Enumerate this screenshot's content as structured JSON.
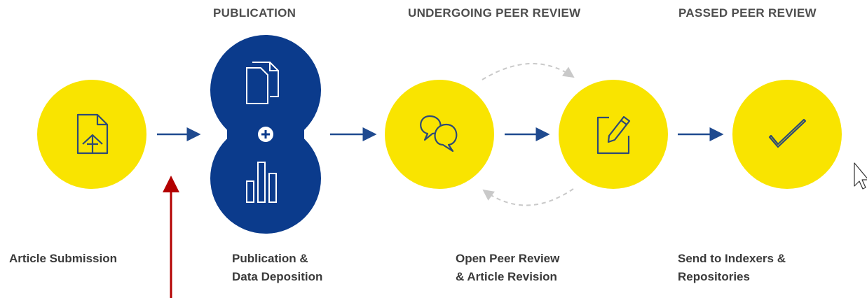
{
  "headings": {
    "publication": "PUBLICATION",
    "undergoing": "UNDERGOING PEER REVIEW",
    "passed": "PASSED PEER REVIEW"
  },
  "steps": {
    "submission": {
      "line1": "Article Submission",
      "line2": ""
    },
    "publication": {
      "line1": "Publication &",
      "line2": "Data Deposition"
    },
    "review": {
      "line1": "Open Peer Review",
      "line2": "& Article Revision"
    },
    "indexers": {
      "line1": "Send to Indexers &",
      "line2": "Repositories"
    }
  },
  "colors": {
    "yellow": "#f9e400",
    "navy": "#0b3b8c",
    "icon": "#2e4a75",
    "arrow": "#1f4a8f",
    "dashed": "#c9c9c9",
    "pointer": "#b30000"
  },
  "icons": [
    "document-upload-icon",
    "documents-icon",
    "plus-icon",
    "bar-chart-icon",
    "chat-bubbles-icon",
    "edit-document-icon",
    "checkmark-icon",
    "mouse-cursor-icon"
  ]
}
